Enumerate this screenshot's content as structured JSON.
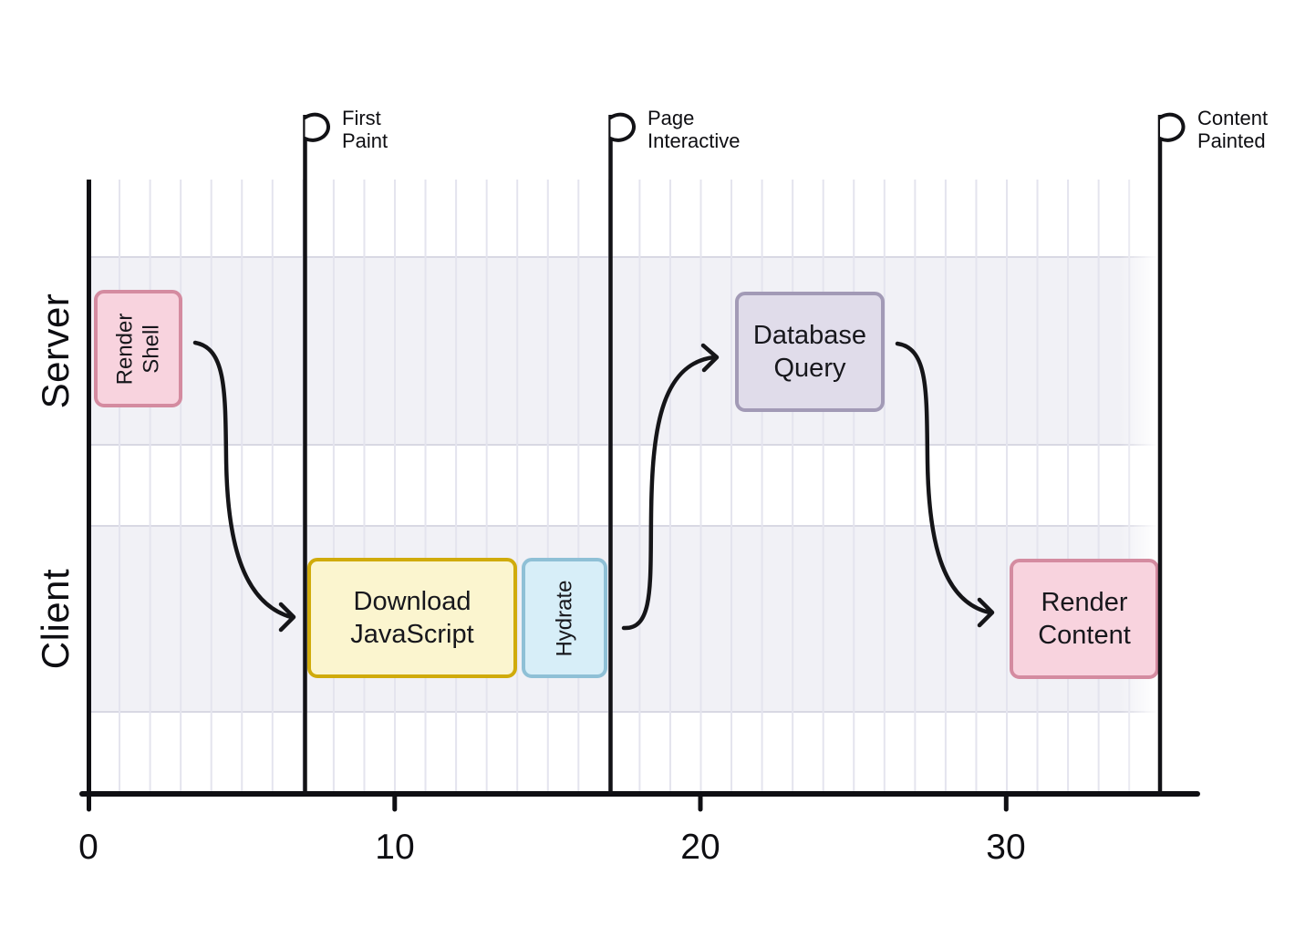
{
  "diagram": {
    "lanes": [
      {
        "label": "Server"
      },
      {
        "label": "Client"
      }
    ],
    "milestones": [
      {
        "id": "first-paint",
        "lines": [
          "First",
          "Paint"
        ],
        "time": 7
      },
      {
        "id": "page-interactive",
        "lines": [
          "Page",
          "Interactive"
        ],
        "time": 17
      },
      {
        "id": "content-painted",
        "lines": [
          "Content",
          "Painted"
        ],
        "time": 35
      }
    ],
    "tasks": [
      {
        "id": "render-shell",
        "lines": [
          "Render",
          "Shell"
        ],
        "lane": "Server",
        "start": 0,
        "end": 3,
        "fill": "#f8d3de",
        "border": "#d48ba0"
      },
      {
        "id": "download-javascript",
        "lines": [
          "Download",
          "JavaScript"
        ],
        "lane": "Client",
        "start": 7,
        "end": 14,
        "fill": "#fbf5cf",
        "border": "#d0ab0b"
      },
      {
        "id": "hydrate",
        "lines": [
          "Hydrate"
        ],
        "lane": "Client",
        "start": 14,
        "end": 17,
        "fill": "#d7eef8",
        "border": "#8fc0d6"
      },
      {
        "id": "database-query",
        "lines": [
          "Database",
          "Query"
        ],
        "lane": "Server",
        "start": 21,
        "end": 26,
        "fill": "#e0dcea",
        "border": "#a29ab6"
      },
      {
        "id": "render-content",
        "lines": [
          "Render",
          "Content"
        ],
        "lane": "Client",
        "start": 30,
        "end": 35,
        "fill": "#f8d3de",
        "border": "#d48ba0"
      }
    ],
    "axis": {
      "tick_labels": [
        "0",
        "10",
        "20",
        "30"
      ],
      "tick_values": [
        0,
        10,
        20,
        30
      ],
      "range": [
        0,
        36
      ]
    },
    "colors": {
      "ink": "#141418",
      "band": "#f1f1f6",
      "band_edge": "#d8d8e3",
      "gridline": "#e4e4ee"
    }
  },
  "chart_data": {
    "type": "timeline",
    "x_range": [
      0,
      36
    ],
    "x_ticks": [
      0,
      10,
      20,
      30
    ],
    "lanes": [
      "Server",
      "Client"
    ],
    "tasks": [
      {
        "label": "Render Shell",
        "lane": "Server",
        "start": 0,
        "end": 3
      },
      {
        "label": "Download JavaScript",
        "lane": "Client",
        "start": 7,
        "end": 14
      },
      {
        "label": "Hydrate",
        "lane": "Client",
        "start": 14,
        "end": 17
      },
      {
        "label": "Database Query",
        "lane": "Server",
        "start": 21,
        "end": 26
      },
      {
        "label": "Render Content",
        "lane": "Client",
        "start": 30,
        "end": 35
      }
    ],
    "milestones": [
      {
        "label": "First Paint",
        "x": 7
      },
      {
        "label": "Page Interactive",
        "x": 17
      },
      {
        "label": "Content Painted",
        "x": 35
      }
    ],
    "grid": true,
    "legend": false
  }
}
